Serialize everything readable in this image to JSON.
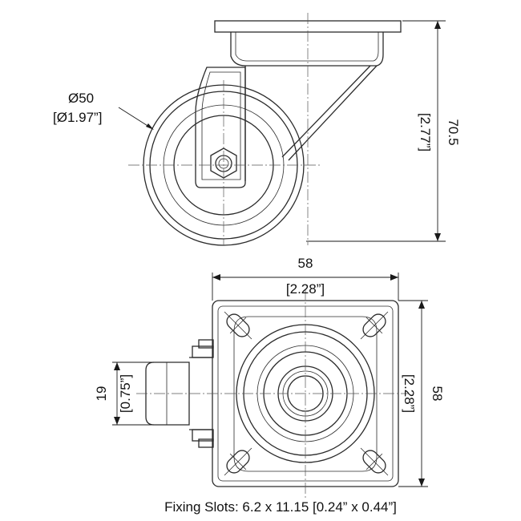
{
  "side_view": {
    "wheel_diameter": "Ø50",
    "wheel_diameter_in": "[Ø1.97”]",
    "height": "70.5",
    "height_in": "[2.77”]"
  },
  "top_view": {
    "width": "58",
    "width_in": "[2.28”]",
    "depth": "58",
    "depth_in": "[2.28”]",
    "wheel_width": "19",
    "wheel_width_in": "[0.75”]"
  },
  "caption": "Fixing Slots: 6.2 x 11.15 [0.24” x 0.44”]",
  "colors": {
    "line": "#2b2b2b",
    "background": "#ffffff"
  }
}
